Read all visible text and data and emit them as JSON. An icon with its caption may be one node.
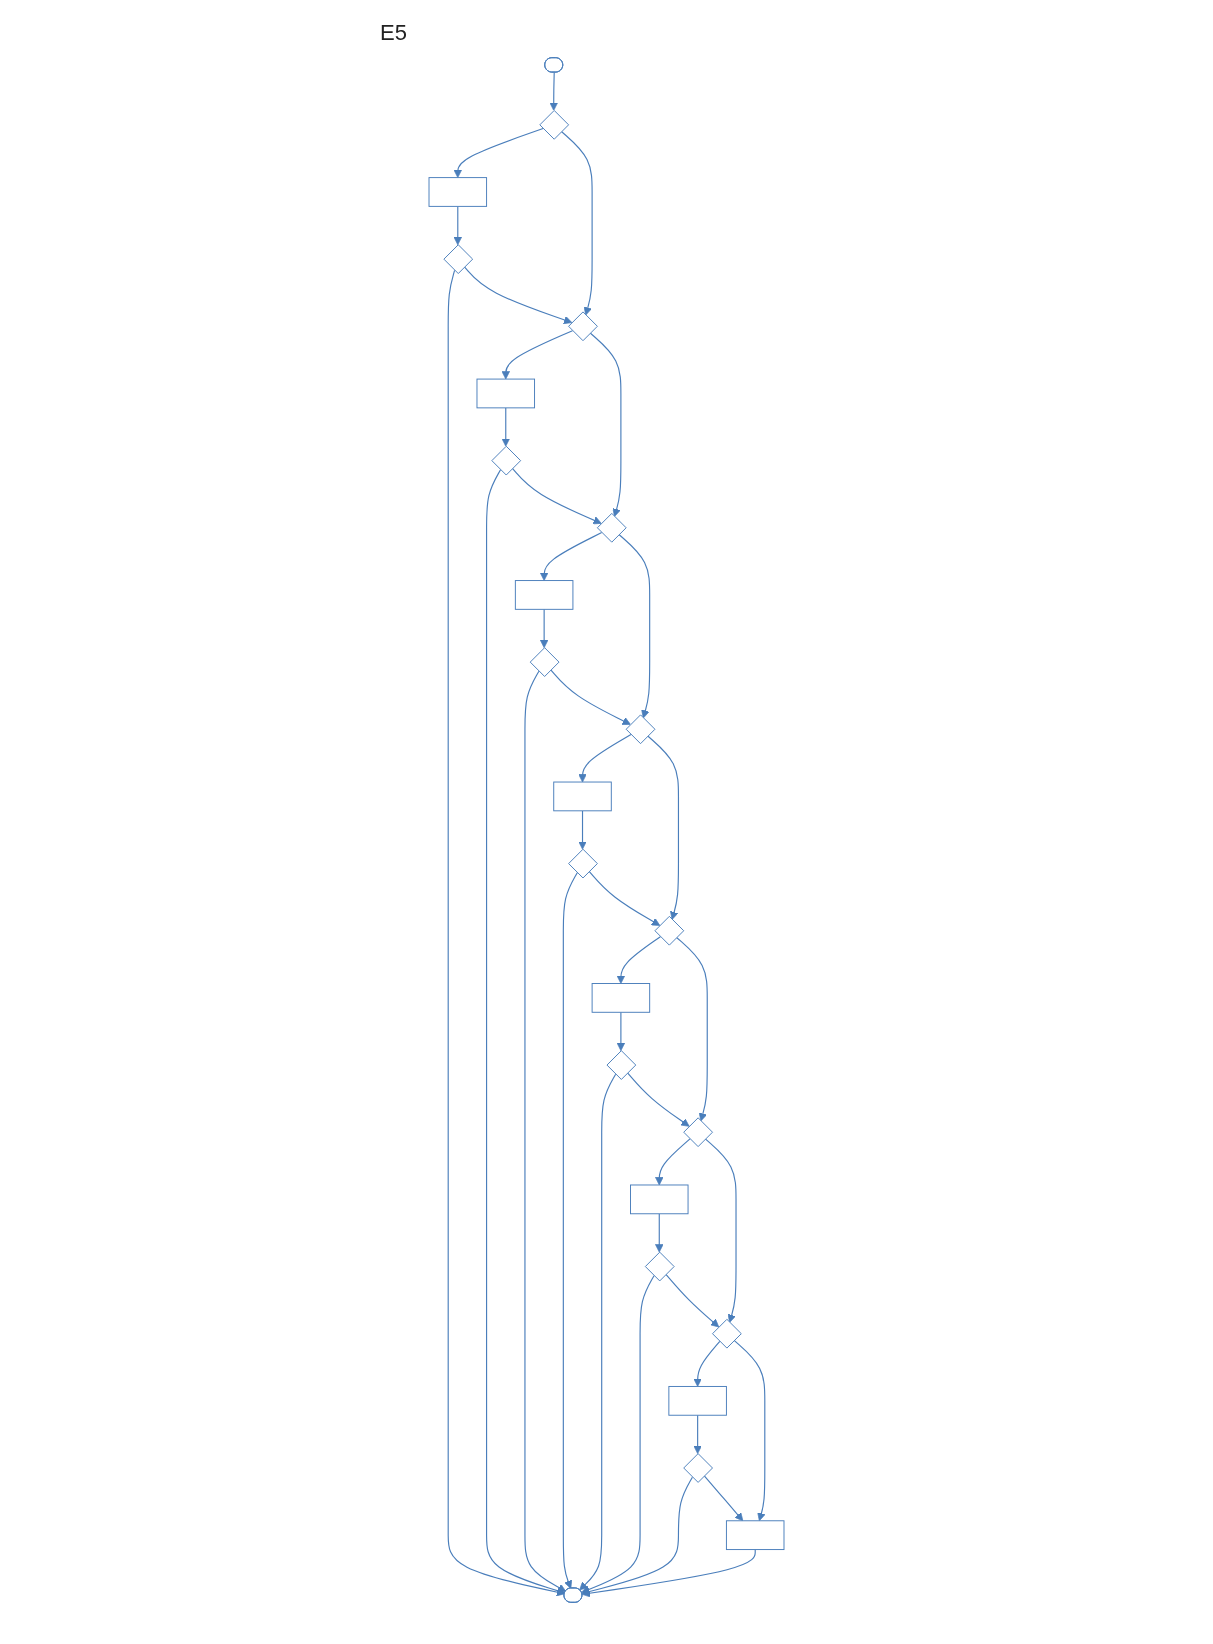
{
  "diagram": {
    "title": "E5",
    "nodes": [
      {
        "text": [],
        "shape": "oval"
      },
      {
        "text": [],
        "shape": "diamond"
      },
      {
        "text": [],
        "shape": "box"
      },
      {
        "text": [],
        "shape": "diamond"
      },
      {
        "text": [],
        "shape": "diamond"
      },
      {
        "text": [],
        "shape": "box"
      },
      {
        "text": [],
        "shape": "diamond"
      },
      {
        "text": [],
        "shape": "diamond"
      },
      {
        "text": [],
        "shape": "box"
      },
      {
        "text": [],
        "shape": "diamond"
      },
      {
        "text": [],
        "shape": "diamond"
      },
      {
        "text": [],
        "shape": "box"
      },
      {
        "text": [],
        "shape": "diamond"
      },
      {
        "text": [],
        "shape": "diamond"
      },
      {
        "text": [],
        "shape": "box"
      },
      {
        "text": [],
        "shape": "diamond"
      },
      {
        "text": [],
        "shape": "diamond"
      },
      {
        "text": [],
        "shape": "box"
      },
      {
        "text": [],
        "shape": "diamond"
      },
      {
        "text": [],
        "shape": "diamond"
      },
      {
        "text": [],
        "shape": "box"
      },
      {
        "text": [],
        "shape": "diamond"
      },
      {
        "text": [],
        "shape": "box"
      },
      {
        "text": [],
        "shape": "oval"
      }
    ],
    "edges": [
      {
        "from": 0,
        "to": 1,
        "arrow": "to"
      },
      {
        "from": 1,
        "to": 2,
        "arrow": "to"
      },
      {
        "from": 2,
        "to": 3,
        "arrow": "to"
      },
      {
        "from": 3,
        "to": 23,
        "arrow": "to"
      },
      {
        "from": 3,
        "to": 4,
        "arrow": "to"
      },
      {
        "from": 1,
        "to": 4,
        "arrow": "to"
      },
      {
        "from": 4,
        "to": 5,
        "arrow": "to"
      },
      {
        "from": 5,
        "to": 6,
        "arrow": "to"
      },
      {
        "from": 6,
        "to": 23,
        "arrow": "to"
      },
      {
        "from": 6,
        "to": 7,
        "arrow": "to"
      },
      {
        "from": 4,
        "to": 7,
        "arrow": "to"
      },
      {
        "from": 7,
        "to": 8,
        "arrow": "to"
      },
      {
        "from": 8,
        "to": 9,
        "arrow": "to"
      },
      {
        "from": 9,
        "to": 23,
        "arrow": "to"
      },
      {
        "from": 9,
        "to": 10,
        "arrow": "to"
      },
      {
        "from": 7,
        "to": 10,
        "arrow": "to"
      },
      {
        "from": 10,
        "to": 11,
        "arrow": "to"
      },
      {
        "from": 11,
        "to": 12,
        "arrow": "to"
      },
      {
        "from": 12,
        "to": 23,
        "arrow": "to"
      },
      {
        "from": 12,
        "to": 13,
        "arrow": "to"
      },
      {
        "from": 10,
        "to": 13,
        "arrow": "to"
      },
      {
        "from": 13,
        "to": 14,
        "arrow": "to"
      },
      {
        "from": 14,
        "to": 15,
        "arrow": "to"
      },
      {
        "from": 15,
        "to": 23,
        "arrow": "to"
      },
      {
        "from": 15,
        "to": 16,
        "arrow": "to"
      },
      {
        "from": 13,
        "to": 16,
        "arrow": "to"
      },
      {
        "from": 16,
        "to": 17,
        "arrow": "to"
      },
      {
        "from": 17,
        "to": 18,
        "arrow": "to"
      },
      {
        "from": 18,
        "to": 23,
        "arrow": "to"
      },
      {
        "from": 18,
        "to": 19,
        "arrow": "to"
      },
      {
        "from": 16,
        "to": 19,
        "arrow": "to"
      },
      {
        "from": 19,
        "to": 20,
        "arrow": "to"
      },
      {
        "from": 20,
        "to": 21,
        "arrow": "to"
      },
      {
        "from": 21,
        "to": 23,
        "arrow": "to"
      },
      {
        "from": 21,
        "to": 22,
        "arrow": "to"
      },
      {
        "from": 19,
        "to": 22,
        "arrow": "to"
      },
      {
        "from": 22,
        "to": 23,
        "arrow": "to"
      }
    ]
  }
}
